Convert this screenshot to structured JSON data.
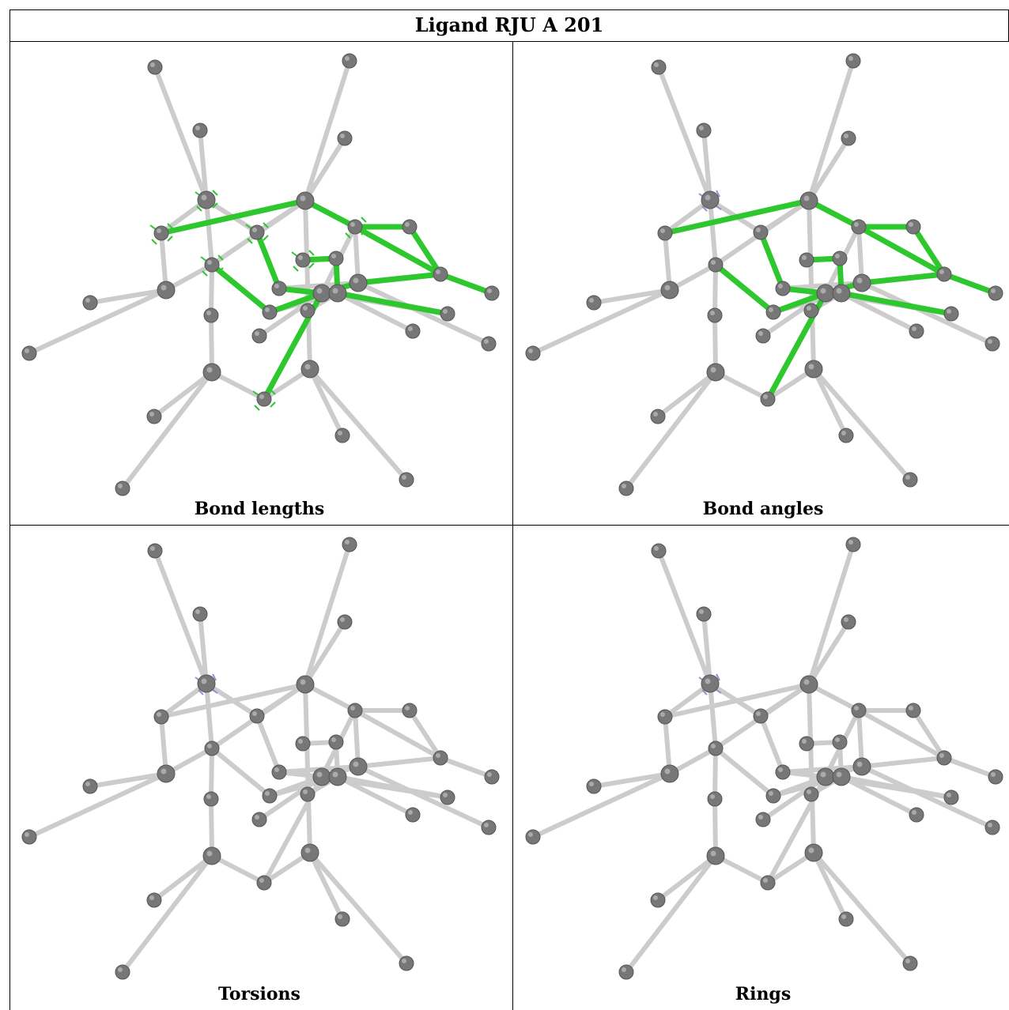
{
  "title": "Ligand RJU A 201",
  "panels": [
    {
      "caption": "Bond lengths",
      "highlight": "bonds"
    },
    {
      "caption": "Bond angles",
      "highlight": "angles"
    },
    {
      "caption": "Torsions",
      "highlight": "none"
    },
    {
      "caption": "Rings",
      "highlight": "none"
    }
  ],
  "colors": {
    "atom": "#777777",
    "bond": "#cccccc",
    "highlight": "#2ec72e",
    "marker": "#9b8ad8"
  }
}
